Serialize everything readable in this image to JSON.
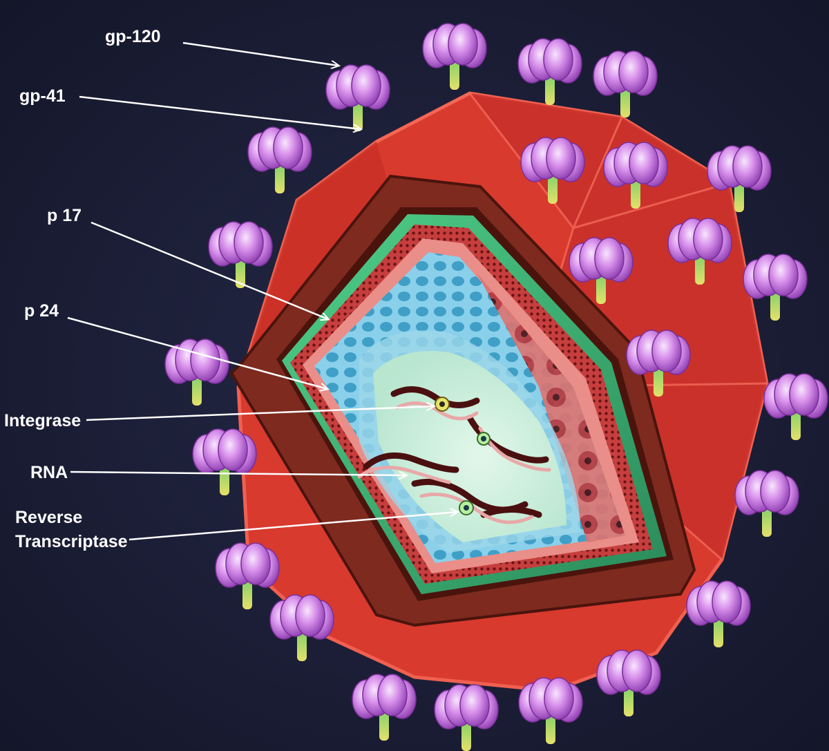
{
  "labels": {
    "gp120": "gp-120",
    "gp41": "gp-41",
    "p17": "p 17",
    "p24": "p 24",
    "integrase": "Integrase",
    "rna": "RNA",
    "reverse_line1": "Reverse",
    "reverse_line2": "Transcriptase"
  },
  "colors": {
    "background": "#1b1d36",
    "envelope": "#d83a2e",
    "envelope_shadow": "#b82a22",
    "envelope_edge": "#f06050",
    "matrix_rim": "#7e2a1e",
    "matrix_rim_dark": "#4a140d",
    "matrix_inner": "#2f9a6a",
    "capsid_green": "#4fcf88",
    "capsid_layer_red": "#b8353a",
    "capsid_blue": "#7fc6e3",
    "core_fill": "#cdeedd",
    "rna_dark": "#4a1010",
    "rna_light": "#e8a8a8",
    "knob_purple": "#c978e0",
    "knob_light": "#f2d8fb",
    "stalk_green": "#6fcf6a",
    "stalk_yellow": "#e8e36a",
    "label_text": "#ffffff"
  }
}
